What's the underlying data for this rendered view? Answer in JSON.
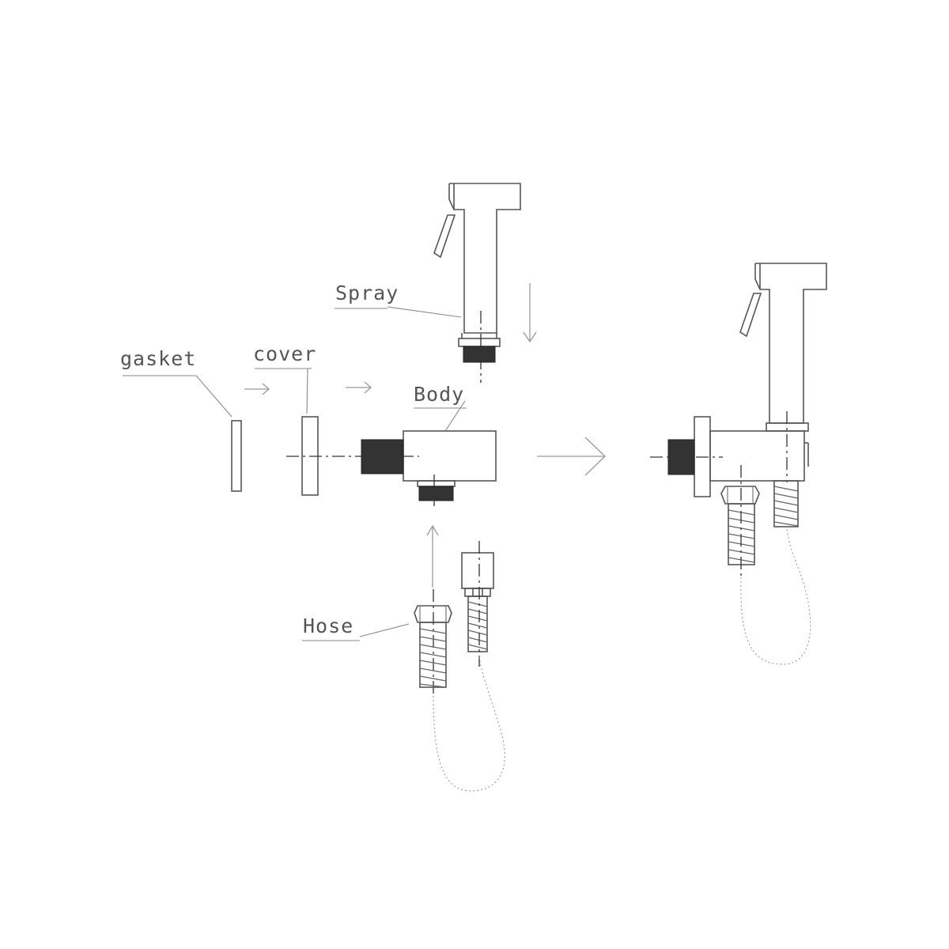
{
  "labels": {
    "gasket": "gasket",
    "cover": "cover",
    "body": "Body",
    "spray": "Spray",
    "hose": "Hose"
  },
  "colors": {
    "line": "#555555",
    "thread": "#333333",
    "label": "#555555",
    "background": "#ffffff"
  }
}
